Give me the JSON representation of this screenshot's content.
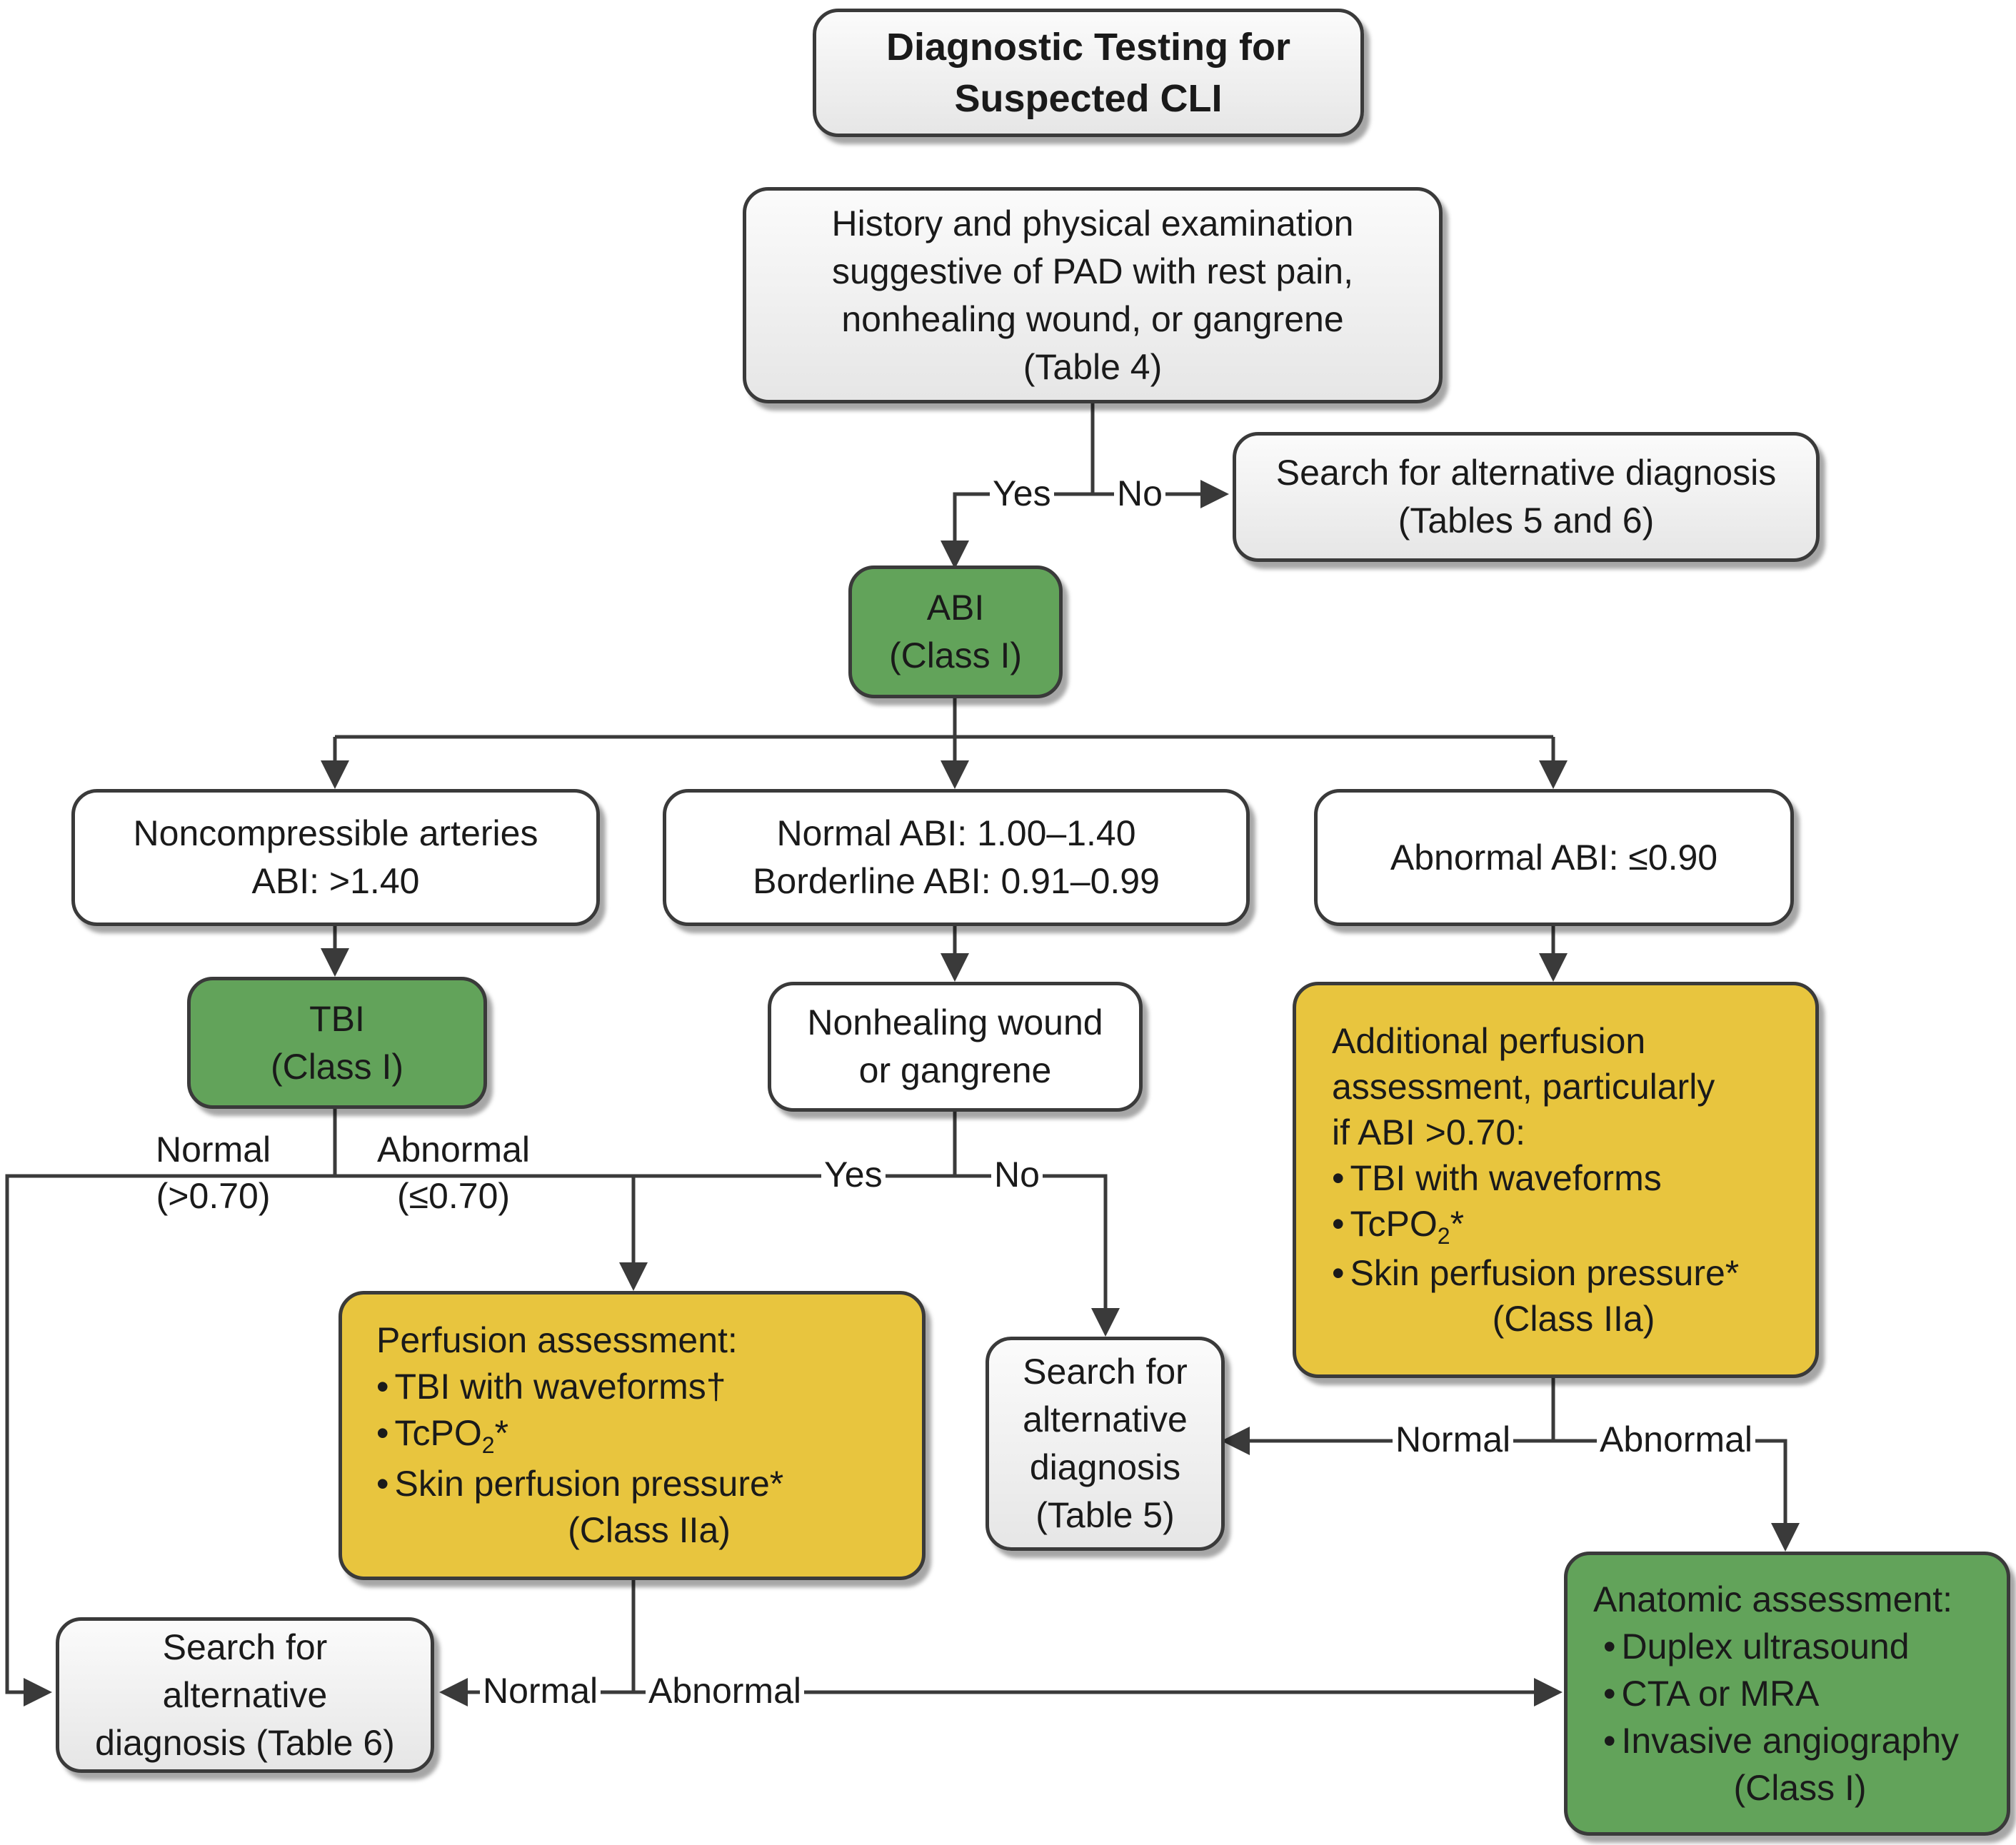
{
  "nodes": {
    "title": [
      "Diagnostic Testing for",
      "Suspected CLI"
    ],
    "history": [
      "History and physical examination",
      "suggestive of PAD with rest pain,",
      "nonhealing wound, or gangrene",
      "(Table 4)"
    ],
    "alt_top": [
      "Search for alternative diagnosis",
      "(Tables 5 and 6)"
    ],
    "abi": [
      "ABI",
      "(Class I)"
    ],
    "noncompressible": [
      "Noncompressible arteries",
      "ABI: >1.40"
    ],
    "normal_abi": [
      "Normal ABI: 1.00–1.40",
      "Borderline ABI: 0.91–0.99"
    ],
    "abnormal_abi": [
      "Abnormal ABI: ≤0.90"
    ],
    "tbi": [
      "TBI",
      "(Class I)"
    ],
    "nonhealing": [
      "Nonhealing wound",
      "or gangrene"
    ],
    "additional": {
      "intro": [
        "Additional perfusion",
        "assessment, particularly",
        "if ABI >0.70:"
      ],
      "bullets": [
        "TBI with waveforms",
        "TcPO",
        "Skin perfusion pressure*"
      ],
      "sub": "2",
      "star": "*",
      "class": "(Class IIa)"
    },
    "perfusion": {
      "intro": "Perfusion assessment:",
      "bullets": [
        "TBI with waveforms†",
        "TcPO",
        "Skin perfusion pressure*"
      ],
      "sub": "2",
      "star": "*",
      "class": "(Class IIa)"
    },
    "alt_mid": [
      "Search for",
      "alternative",
      "diagnosis",
      "(Table 5)"
    ],
    "alt_bottom": [
      "Search for",
      "alternative",
      "diagnosis (Table 6)"
    ],
    "anatomic": {
      "intro": "Anatomic assessment:",
      "bullets": [
        "Duplex ultrasound",
        "CTA or MRA",
        "Invasive angiography"
      ],
      "class": "(Class I)"
    }
  },
  "labels": {
    "yes_1": "Yes",
    "no_1": "No",
    "tbi_normal": [
      "Normal",
      "(>0.70)"
    ],
    "tbi_abnormal": [
      "Abnormal",
      "(≤0.70)"
    ],
    "yes_2": "Yes",
    "no_2": "No",
    "add_normal": "Normal",
    "add_abnormal": "Abnormal",
    "perf_normal": "Normal",
    "perf_abnormal": "Abnormal"
  },
  "colors": {
    "green": "#62a35a",
    "gold": "#e8c53e",
    "line": "#3a3a3a"
  }
}
